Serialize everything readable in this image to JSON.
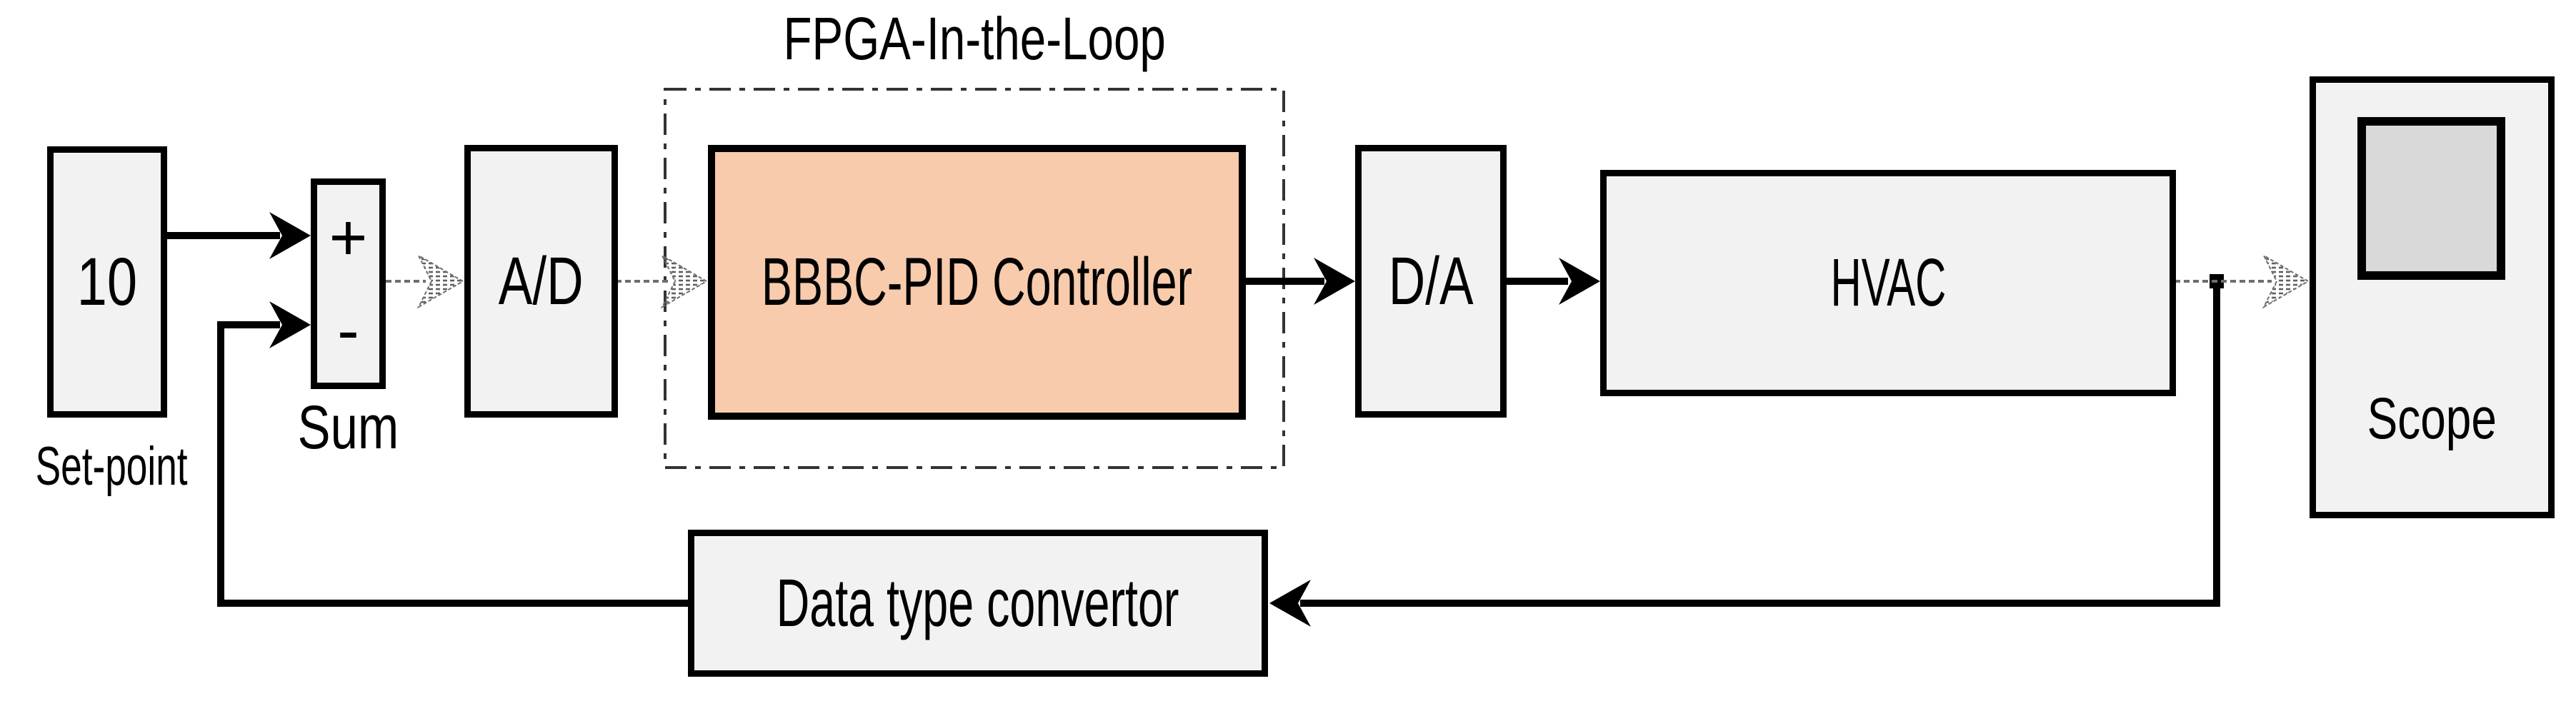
{
  "diagram": {
    "kind": "control-loop-block-diagram",
    "fil_region": {
      "title": "FPGA-In-the-Loop"
    },
    "blocks": {
      "setpoint": {
        "value": "10",
        "caption": "Set-point"
      },
      "sum": {
        "caption": "Sum",
        "plus_port": "+",
        "minus_port": "-"
      },
      "ad": {
        "label": "A/D"
      },
      "controller": {
        "label": "BBBC-PID Controller"
      },
      "da": {
        "label": "D/A"
      },
      "hvac": {
        "label": "HVAC"
      },
      "scope": {
        "caption": "Scope"
      },
      "converter": {
        "label": "Data type convertor"
      }
    },
    "colors": {
      "background": "#FFFFFF",
      "block_fill": "#F2F2F2",
      "controller_fill": "#F8CBAD",
      "scope_screen_fill": "#D9D9D9",
      "outline": "#000000",
      "hatched_signal_gray": "#6E6E6E",
      "dashed_region_border": "#333333"
    }
  }
}
